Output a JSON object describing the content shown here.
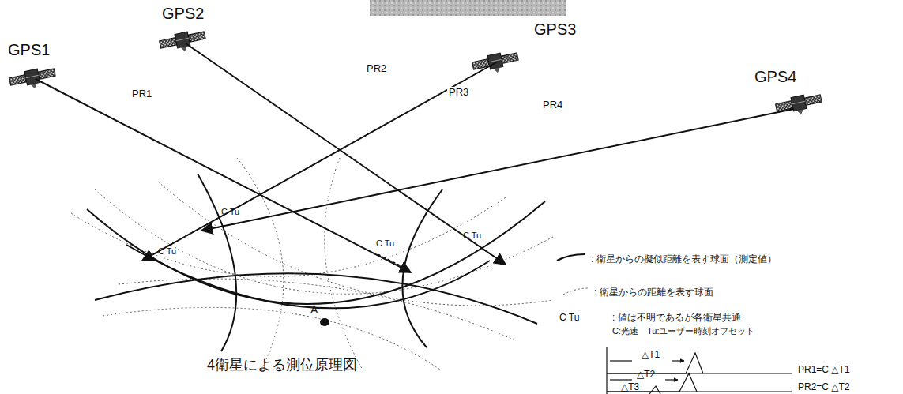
{
  "diagram": {
    "caption": "4衛星による測位原理図",
    "labels": [
      "GPS1",
      "GPS2",
      "GPS3",
      "GPS4",
      "PR1",
      "PR2",
      "PR3",
      "PR4",
      "C Tu",
      "C Tu",
      "C Tu",
      "C Tu",
      "A",
      "C Tu",
      ": 値は不明であるが各衛星共通",
      "C:光速　Tu:ユーザー時刻オフセット",
      "△T1",
      "PR1=C △T1",
      "△T2",
      "PR2=C △T2",
      "△T3"
    ],
    "legend": [
      {
        "text": ": 衛星からの擬似距離を表す球面（測定値）"
      },
      {
        "text": ": 衛星からの距離を表す球面"
      }
    ]
  }
}
